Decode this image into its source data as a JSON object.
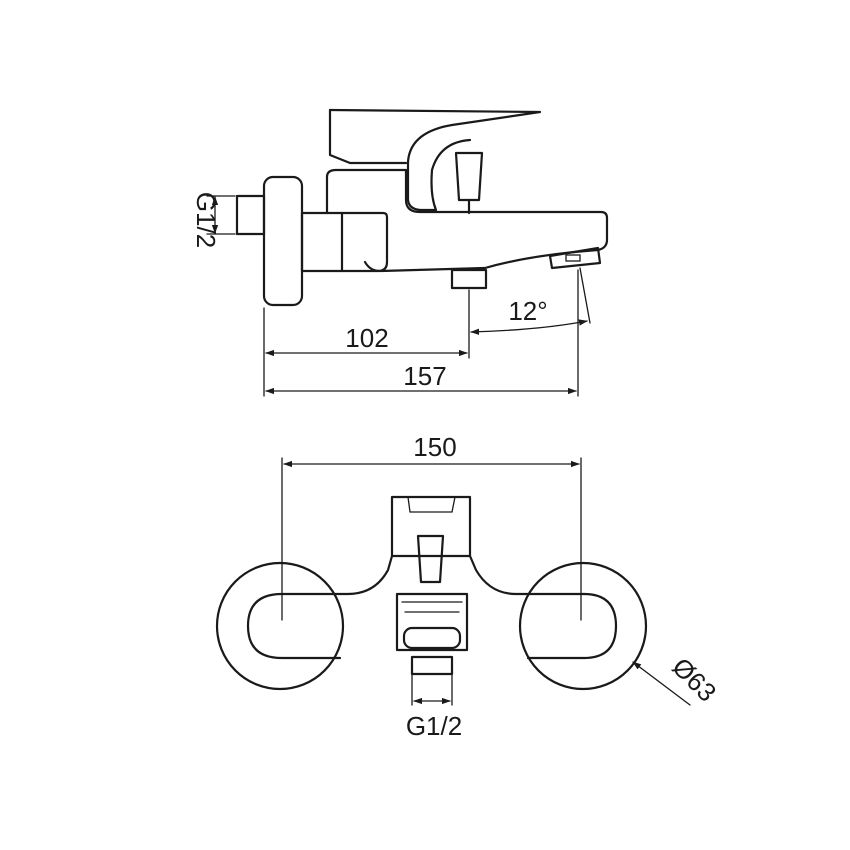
{
  "side_view": {
    "dim_thread": "G1/2",
    "dim_projection": "102",
    "dim_overall_length": "157",
    "dim_angle": "12°"
  },
  "top_view": {
    "dim_width": "150",
    "dim_thread": "G1/2",
    "dim_diameter": "Ø63"
  },
  "colors": {
    "line": "#1a1a1a",
    "background": "#ffffff"
  }
}
